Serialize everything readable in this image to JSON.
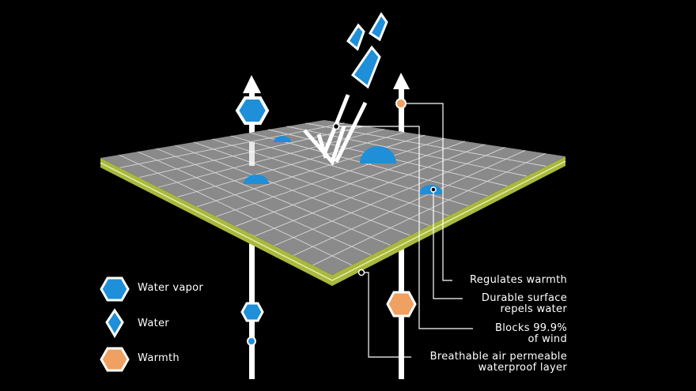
{
  "legend": [
    {
      "label": "Water vapor",
      "icon": "hexagon-icon"
    },
    {
      "label": "Water",
      "icon": "droplet-icon"
    },
    {
      "label": "Warmth",
      "icon": "warmth-hexagon-icon"
    }
  ],
  "callouts": [
    {
      "line1": "Regulates warmth",
      "line2": ""
    },
    {
      "line1": "Durable surface",
      "line2": "repels water"
    },
    {
      "line1": "Blocks 99.9%",
      "line2": "of wind"
    },
    {
      "line1": "Breathable air permeable",
      "line2": "waterproof layer"
    }
  ],
  "colors": {
    "water": "#1e8fd8",
    "warmth": "#f0a060",
    "surface": "#8a8a8a",
    "edge": "#a8b840",
    "background": "#000000"
  }
}
